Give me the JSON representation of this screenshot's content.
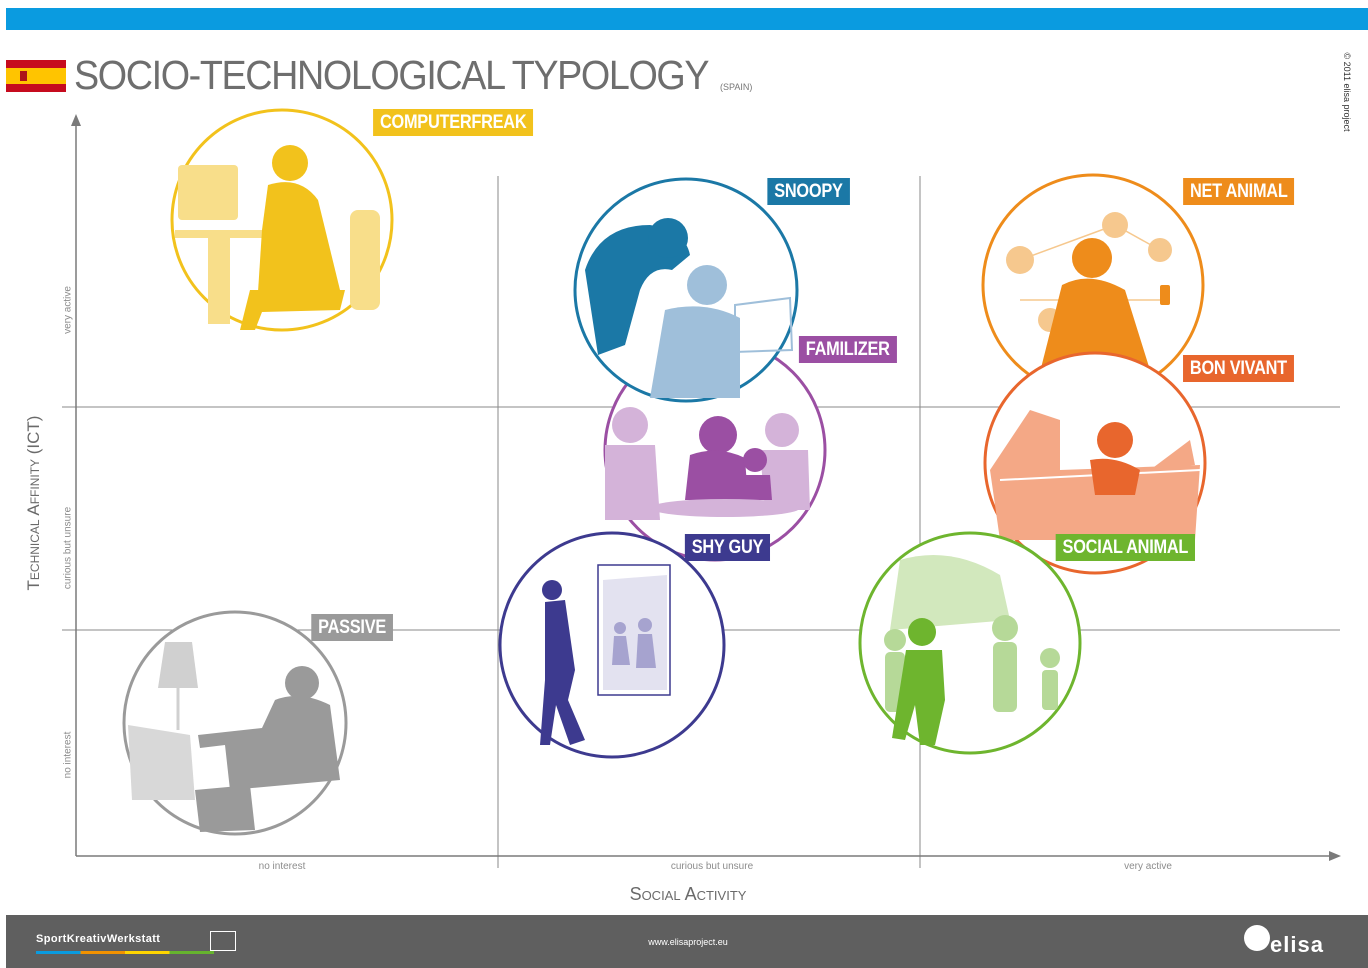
{
  "header": {
    "title": "SOCIO-TECHNOLOGICAL TYPOLOGY",
    "subtitle": "(SPAIN)",
    "copyright": "© 2011 elisa project",
    "flag_icon": "spain-flag-icon",
    "bar_color": "#0a9be0"
  },
  "axes": {
    "x_title": "Social Activity",
    "y_title": "Technical Affinity (ICT)",
    "x_ticks": [
      "no interest",
      "curious but unsure",
      "very active"
    ],
    "y_ticks": [
      "very active",
      "curious but unsure",
      "no interest"
    ]
  },
  "types": [
    {
      "key": "computerfreak",
      "label": "COMPUTERFREAK",
      "color": "#f2c21c",
      "icon": "person-at-computer-icon"
    },
    {
      "key": "snoopy",
      "label": "SNOOPY",
      "color": "#1b78a6",
      "icon": "person-looking-over-shoulder-icon"
    },
    {
      "key": "familizer",
      "label": "FAMILIZER",
      "color": "#9b4fa3",
      "icon": "family-at-table-icon"
    },
    {
      "key": "net_animal",
      "label": "NET ANIMAL",
      "color": "#ee8c1b",
      "icon": "person-on-phone-network-icon"
    },
    {
      "key": "bon_vivant",
      "label": "BON VIVANT",
      "color": "#e8662d",
      "icon": "person-driving-car-icon"
    },
    {
      "key": "shy_guy",
      "label": "SHY GUY",
      "color": "#3d3a8f",
      "icon": "person-looking-out-window-icon"
    },
    {
      "key": "social_animal",
      "label": "SOCIAL ANIMAL",
      "color": "#6eb52e",
      "icon": "group-walking-in-forest-icon"
    },
    {
      "key": "passive",
      "label": "PASSIVE",
      "color": "#9a9a9a",
      "icon": "person-in-armchair-icon"
    }
  ],
  "footer": {
    "brand": "SportKreativWerkstatt",
    "url": "www.elisaproject.eu",
    "logo_text": "elisa"
  }
}
